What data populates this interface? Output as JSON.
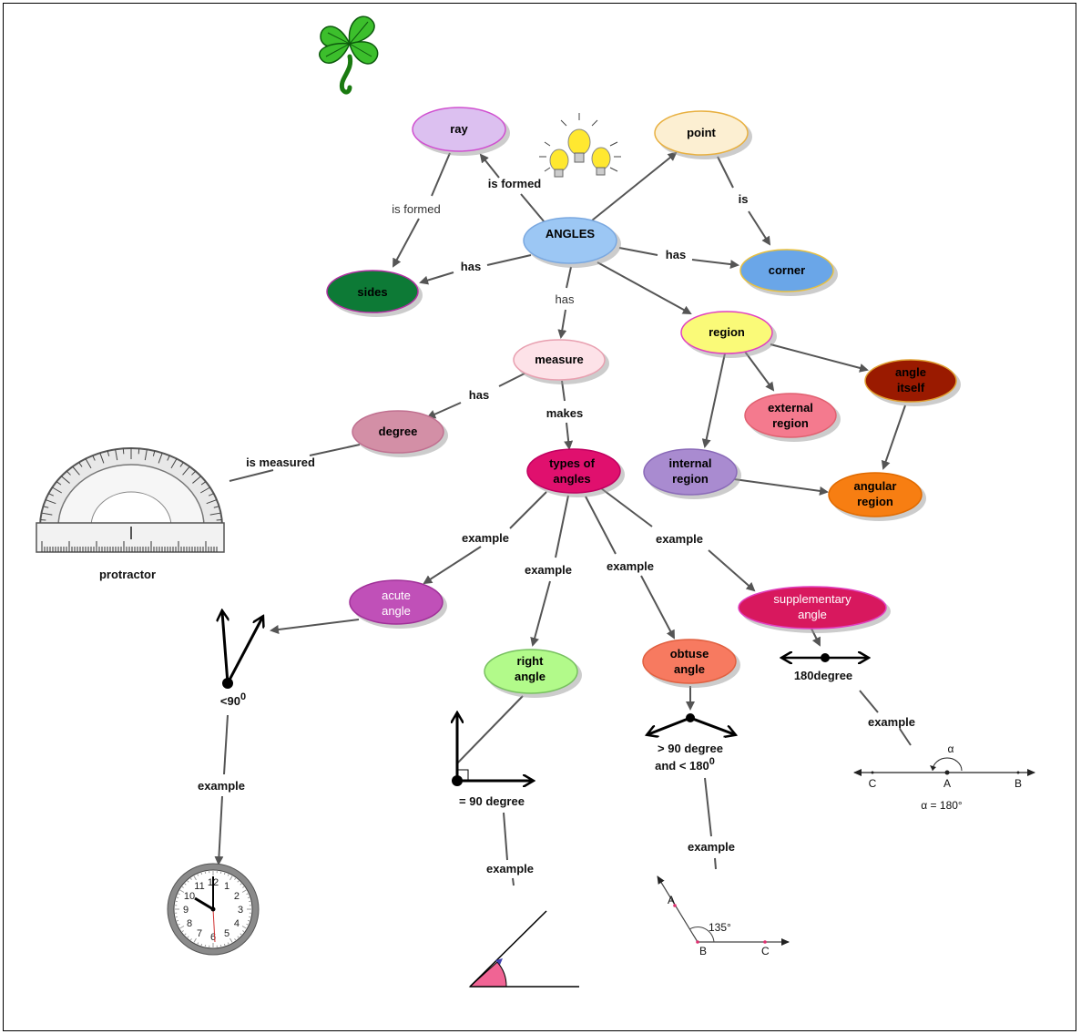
{
  "colors": {
    "ray": "#dcc0f0",
    "point": "#fcefd2",
    "angles": "#9cc7f4",
    "sides": "#0d7a36",
    "corner": "#6aa6e8",
    "measure": "#fde2e8",
    "region": "#fafa78",
    "degree": "#d38fa6",
    "external_region": "#f47a8e",
    "angle_itself": "#9a1a00",
    "types_of_angles": "#e0106e",
    "internal_region": "#a98bd0",
    "angular_region": "#f77e12",
    "acute_angle": "#c050b8",
    "supplementary_angle": "#d8185e",
    "right_angle": "#b2fa8a",
    "obtuse_angle": "#f77a60"
  },
  "nodes": {
    "ray": "ray",
    "point": "point",
    "angles": "ANGLES",
    "sides": "sides",
    "corner": "corner",
    "measure": "measure",
    "region": "region",
    "degree": "degree",
    "external_region": [
      "external",
      "region"
    ],
    "angle_itself": [
      "angle",
      "itself"
    ],
    "types_of_angles": [
      "types of",
      "angles"
    ],
    "internal_region": [
      "internal",
      "region"
    ],
    "angular_region": [
      "angular",
      "region"
    ],
    "acute_angle": [
      "acute",
      "angle"
    ],
    "supplementary_angle": [
      "supplementary",
      "angle"
    ],
    "right_angle": [
      "right",
      "angle"
    ],
    "obtuse_angle": [
      "obtuse",
      "angle"
    ]
  },
  "links": {
    "is_formed_bold": "is formed",
    "is_formed_light": "is formed",
    "is": "is",
    "has_sides": "has",
    "has_corner": "has",
    "has_measure": "has",
    "has_degree": "has",
    "makes": "makes",
    "is_measured": "is measured",
    "example_acute": "example",
    "example_right": "example",
    "example_obtuse": "example",
    "example_supp": "example",
    "example_clock": "example",
    "example_protractor_angle": "example",
    "example_obtuse_fig": "example",
    "example_straight": "example"
  },
  "captions": {
    "protractor": "protractor",
    "less_90": "<90",
    "less_90_sup": "0",
    "eq_90": "= 90 degree",
    "gt_90_line1": "> 90 degree",
    "gt_90_line2": "and  < 180",
    "gt_90_sup": "0",
    "deg_180": "180degree"
  },
  "figures": {
    "straight_angle": {
      "alpha": "α",
      "C": "C",
      "A": "A",
      "B": "B",
      "caption": "α = 180°"
    },
    "obtuse_example": {
      "A": "A",
      "B": "B",
      "C": "C",
      "angle": "135°"
    },
    "clock_numerals": [
      "12",
      "1",
      "2",
      "3",
      "4",
      "5",
      "6",
      "7",
      "8",
      "9",
      "10",
      "11"
    ]
  }
}
